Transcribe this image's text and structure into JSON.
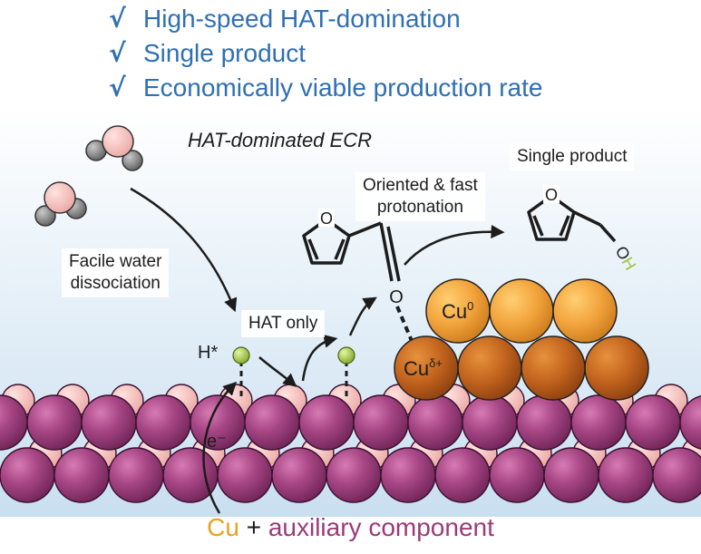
{
  "bullets": [
    {
      "check": "√",
      "text": "High-speed HAT-domination"
    },
    {
      "check": "√",
      "text": "Single product"
    },
    {
      "check": "√",
      "text": "Economically viable production rate"
    }
  ],
  "diagram": {
    "title": "HAT-dominated ECR",
    "water_label": "Facile water\ndissociation",
    "hat_only": "HAT only",
    "h_star": "H*",
    "electron": "e⁻",
    "oriented": "Oriented & fast\nprotonation",
    "single_product": "Single product",
    "cu0": "Cu⁰",
    "cu_delta": "Cuδ+",
    "oxygen": "O",
    "hydroxyl": "OH",
    "hydroxyl_h": "H"
  },
  "footer": {
    "cu": "Cu",
    "plus": "+",
    "aux": "auxiliary component"
  },
  "colors": {
    "bullet_text": "#2f6fb3",
    "substrate_sphere": "#9b3a7a",
    "substrate_under": "#f4b8b4",
    "cu_top": "#f0a03a",
    "cu_bottom": "#c7641e",
    "hydrogen_atom": "#9cc33a",
    "hydroxyl_h": "#9cc33a",
    "footer_cu": "#e8a321",
    "footer_aux": "#9b3a7a"
  }
}
